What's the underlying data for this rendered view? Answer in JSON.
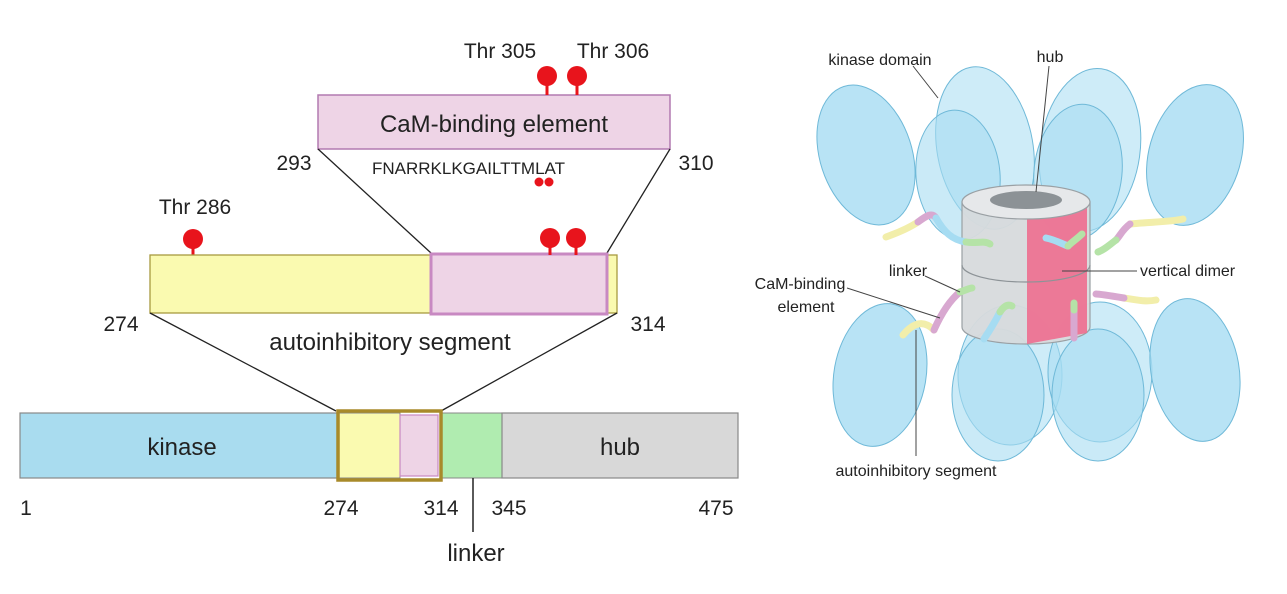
{
  "domain_bar": {
    "kinase_label": "kinase",
    "hub_label": "hub",
    "linker_label": "linker",
    "positions": {
      "p1": "1",
      "p274": "274",
      "p314": "314",
      "p345": "345",
      "p475": "475"
    },
    "colors": {
      "kinase": "#a9dcef",
      "auto": "#fafab0",
      "cam": "#eed4e6",
      "linker": "#b0ecb0",
      "hub": "#d8d8d8",
      "highlight": "#a88a2a"
    }
  },
  "autoinhibitory": {
    "label": "autoinhibitory segment",
    "start": "274",
    "end": "314",
    "thr_label": "Thr 286"
  },
  "cam_binding": {
    "label": "CaM-binding element",
    "start": "293",
    "end": "310",
    "sequence": "FNARRKLKGAILTTMLAT",
    "thr_a": "Thr 305",
    "thr_b": "Thr 306",
    "phospho_color": "#e8141c"
  },
  "holoenzyme": {
    "kinase_domain": "kinase domain",
    "hub": "hub",
    "linker": "linker",
    "cam_line1": "CaM-binding",
    "cam_line2": "element",
    "vertical_dimer": "vertical dimer",
    "autoinhibitory_segment": "autoinhibitory segment",
    "colors": {
      "kinase": "#a6dcf2",
      "hub": "#d7dadc",
      "dimer": "#ee7090"
    }
  }
}
